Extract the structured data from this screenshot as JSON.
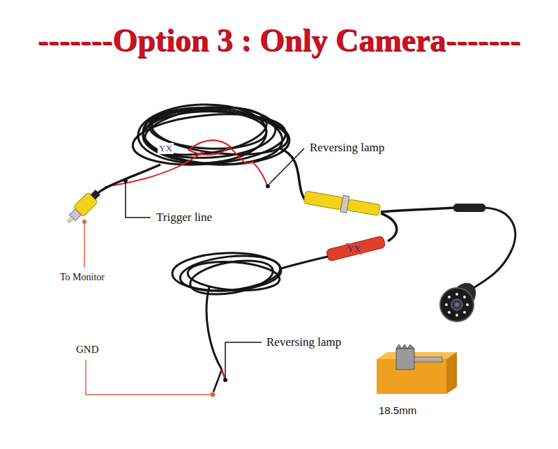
{
  "diagram": {
    "title": "-------Option 3 : Only Camera-------",
    "labels": [
      "Reversing lamp",
      "Trigger line",
      "To Monitor",
      "GND",
      "Reversing lamp",
      "18.5mm",
      "YX",
      "YX"
    ]
  }
}
